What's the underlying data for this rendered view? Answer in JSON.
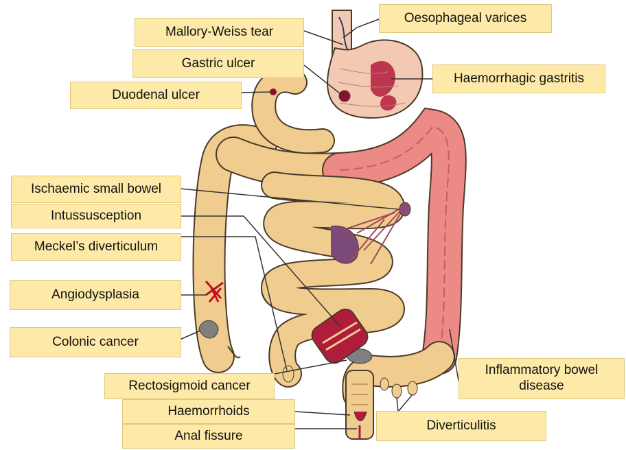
{
  "labels": {
    "oesophageal_varices": "Oesophageal varices",
    "mallory_weiss": "Mallory-Weiss tear",
    "gastric_ulcer": "Gastric ulcer",
    "haemorrhagic_gastritis": "Haemorrhagic gastritis",
    "duodenal_ulcer": "Duodenal ulcer",
    "ischaemic_small_bowel": "Ischaemic small bowel",
    "intussusception": "Intussusception",
    "meckels_diverticulum": "Meckel’s diverticulum",
    "angiodysplasia": "Angiodysplasia",
    "colonic_cancer": "Colonic cancer",
    "rectosigmoid_cancer": "Rectosigmoid cancer",
    "haemorrhoids": "Haemorrhoids",
    "anal_fissure": "Anal fissure",
    "inflammatory_bowel_disease_line1": "Inflammatory bowel",
    "inflammatory_bowel_disease_line2": "disease",
    "diverticulitis": "Diverticulitis"
  },
  "colors": {
    "label_fill": "#fde9a8",
    "bowel": "#f1cc8f",
    "bowel_outline": "#4a3a2a",
    "inflamed": "#ec8a86",
    "haemorrhage": "#b01c3c",
    "ischaemia": "#7b4a78",
    "tumour": "#7f7f7f",
    "stomach": "#f4c9b3"
  }
}
